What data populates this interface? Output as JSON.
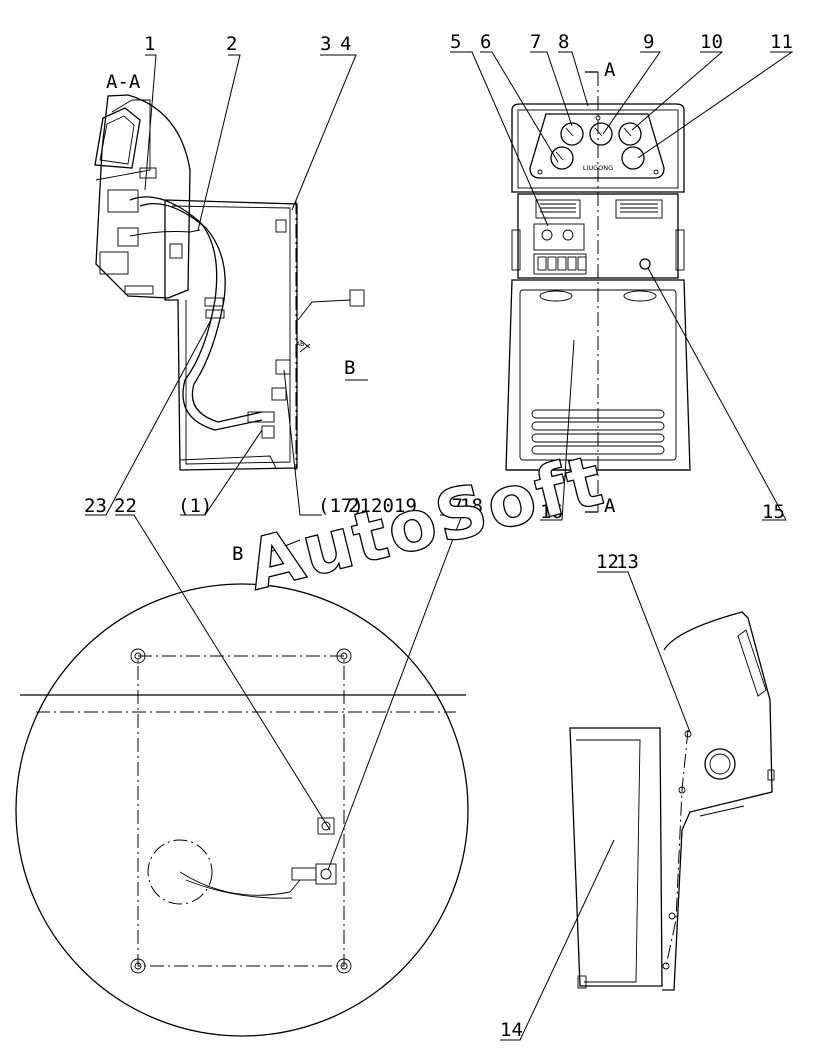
{
  "section_labels": {
    "section_aa": "A-A",
    "section_b": "B",
    "view_b": "B",
    "arrow_a_top": "A",
    "arrow_a_bottom": "A"
  },
  "brand_badge": "LIUGONG",
  "watermark": "AutoSoft",
  "callouts": {
    "c1": "1",
    "c2": "2",
    "c3": "3",
    "c4": "4",
    "c5": "5",
    "c6": "6",
    "c7": "7",
    "c8": "8",
    "c9": "9",
    "c10": "10",
    "c11": "11",
    "c12": "12",
    "c13": "13",
    "c14": "14",
    "c15": "15",
    "c16": "16",
    "c17": "17",
    "c18": "18",
    "c19": "19",
    "c20": "20",
    "c21": "21",
    "c22": "22",
    "c23": "23",
    "c1p": "(1)",
    "c17p": "(17)"
  }
}
